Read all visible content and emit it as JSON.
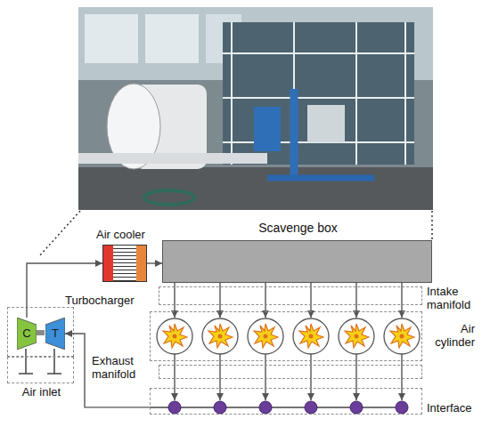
{
  "diagram": {
    "nodes": [
      {
        "text": [
          "Air cooler"
        ]
      },
      {
        "text": [
          "Scavenge box"
        ]
      },
      {
        "text": [
          "Turbocharger"
        ]
      },
      {
        "text": [
          "C"
        ],
        "in": 2
      },
      {
        "text": [
          "T"
        ],
        "in": 2
      },
      {
        "text": [
          "Intake manifold"
        ]
      },
      {
        "text": [
          "Air cylinder"
        ]
      },
      {
        "text": [
          "Exhaust manifold"
        ]
      },
      {
        "text": [
          "Air inlet"
        ]
      },
      {
        "text": [
          "Interface"
        ]
      }
    ],
    "edges": [
      {
        "from": 3,
        "to": 0,
        "arrow": "to"
      },
      {
        "from": 0,
        "to": 1,
        "arrow": "to"
      },
      {
        "from": 9,
        "to": 4,
        "arrow": "to"
      }
    ]
  }
}
